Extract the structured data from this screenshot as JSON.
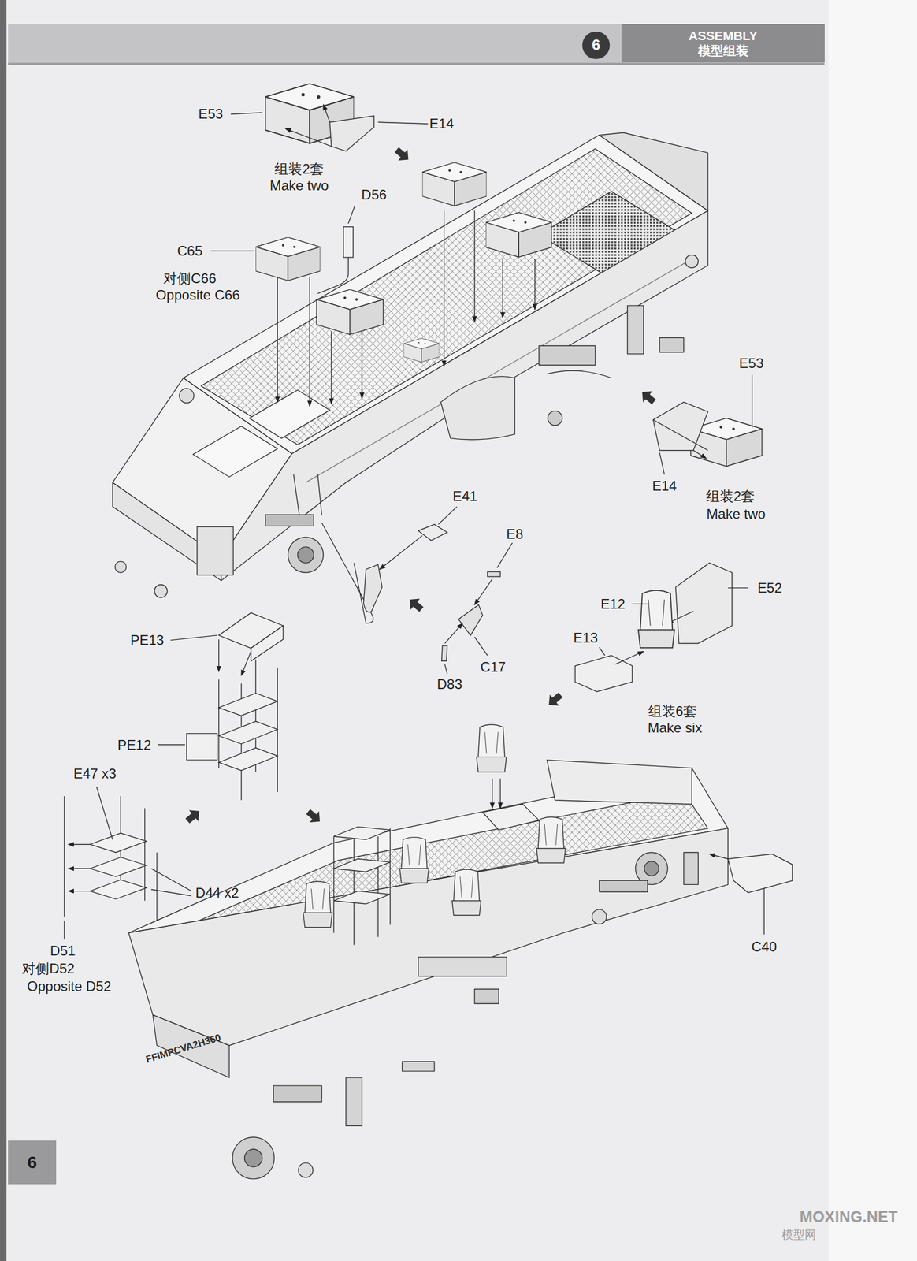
{
  "diagram": {
    "nodes": [
      {
        "text": [
          "ASSEMBLY",
          "模型组装"
        ]
      },
      {
        "text": [
          "6"
        ]
      },
      {
        "text": [
          "6"
        ]
      }
    ],
    "labels": [
      "E53",
      "E14",
      "组装2套",
      "Make two",
      "D56",
      "C65",
      "对侧C66",
      "Opposite C66",
      "E53",
      "E14",
      "组装2套",
      "Make two",
      "E41",
      "E8",
      "E52",
      "E12",
      "E13",
      "C17",
      "D83",
      "组装6套",
      "Make six",
      "PE13",
      "PE12",
      "E47 x3",
      "D44 x2",
      "D51",
      "对侧D52",
      "Opposite D52",
      "C40",
      "FFIMPCVA2H360",
      "MOXING.NET",
      "模型网"
    ]
  }
}
